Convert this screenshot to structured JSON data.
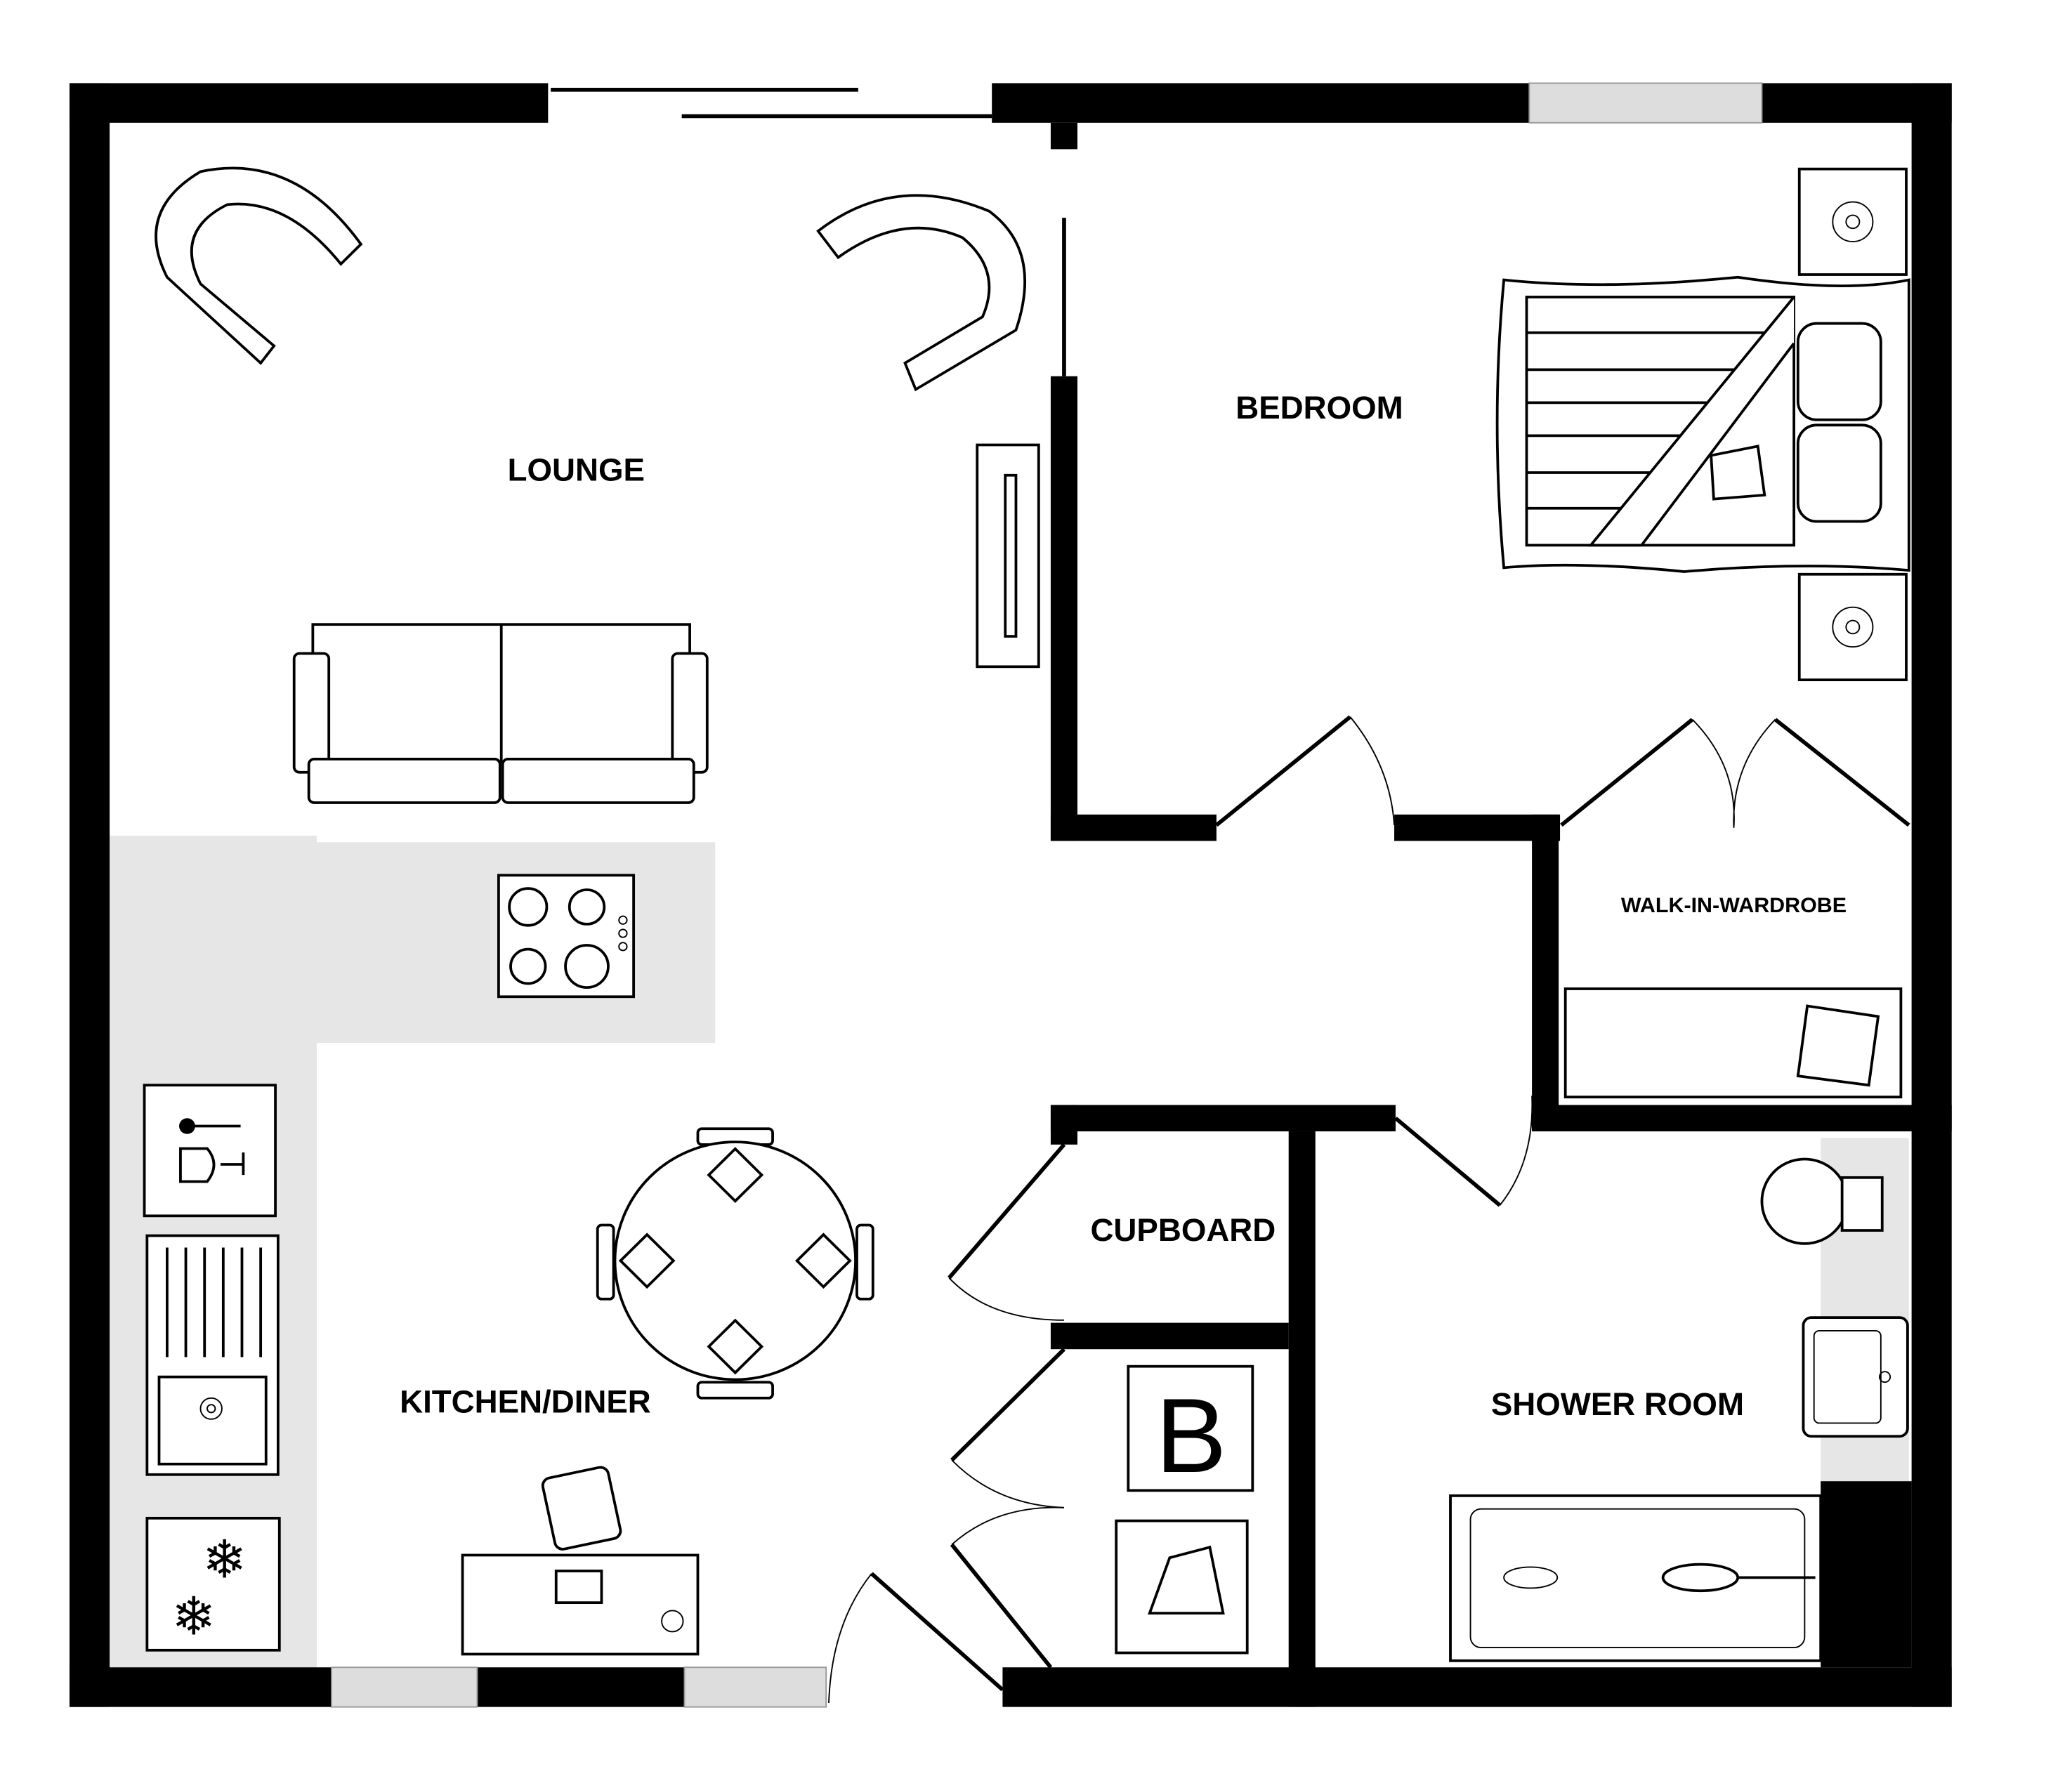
{
  "rooms": {
    "lounge": "LOUNGE",
    "bedroom": "BEDROOM",
    "walk_in_wardrobe": "WALK-IN-WARDROBE",
    "cupboard": "CUPBOARD",
    "kitchen_diner": "KITCHEN/DINER",
    "shower_room": "SHOWER ROOM"
  },
  "boiler_label": "B",
  "colors": {
    "wall": "#000000",
    "worktop": "#e6e6e6",
    "window": "#dddddd",
    "background": "#ffffff"
  }
}
